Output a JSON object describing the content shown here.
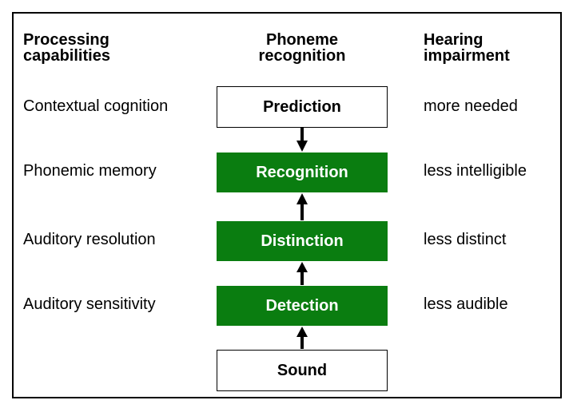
{
  "headers": {
    "processing": [
      "Processing",
      "capabilities"
    ],
    "phoneme": [
      "Phoneme",
      "recognition"
    ],
    "hearing": [
      "Hearing",
      "impairment"
    ]
  },
  "rows": [
    {
      "capability": "Contextual cognition",
      "stage": "Prediction",
      "impairment": "more needed"
    },
    {
      "capability": "Phonemic memory",
      "stage": "Recognition",
      "impairment": "less intelligible"
    },
    {
      "capability": "Auditory resolution",
      "stage": "Distinction",
      "impairment": "less distinct"
    },
    {
      "capability": "Auditory sensitivity",
      "stage": "Detection",
      "impairment": "less audible"
    }
  ],
  "input_stage": "Sound",
  "colors": {
    "stage_fill": "#0a7d10",
    "stage_text": "#ffffff",
    "border": "#000000"
  }
}
